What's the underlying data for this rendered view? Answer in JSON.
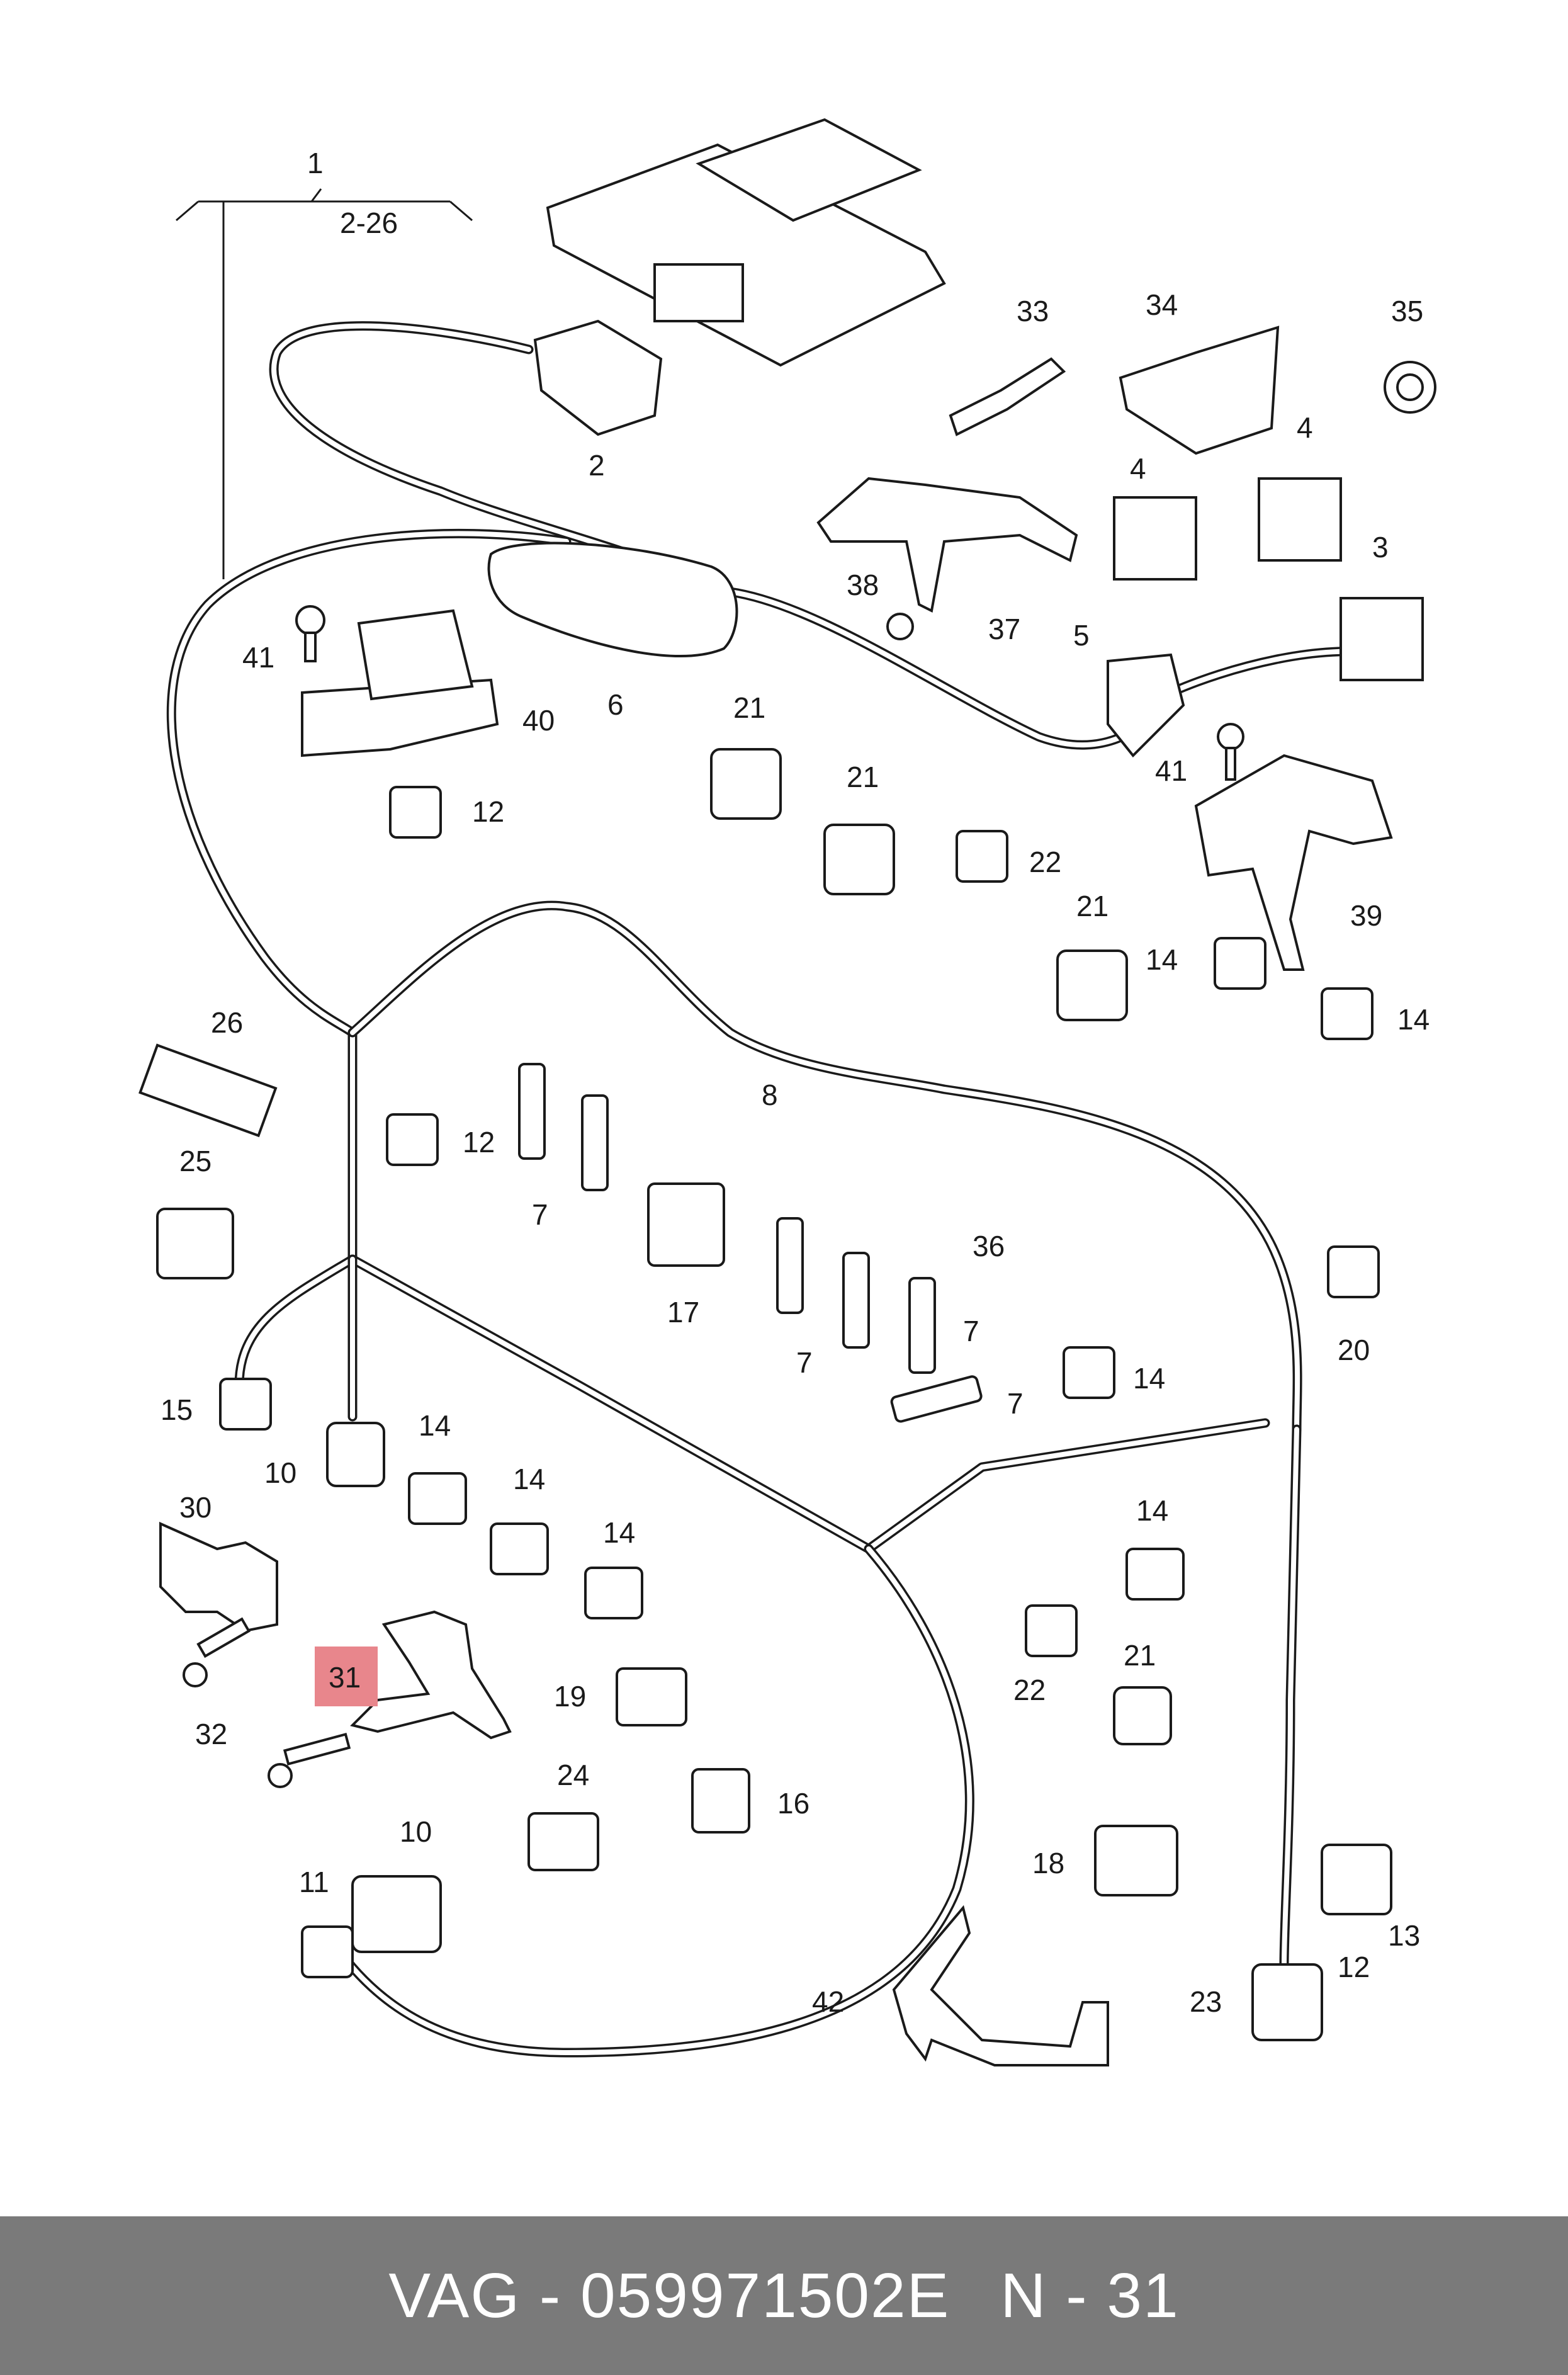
{
  "labels": {
    "l1": "1",
    "l2_26": "2-26",
    "l2": "2",
    "l3": "3",
    "l4a": "4",
    "l4b": "4",
    "l5": "5",
    "l6": "6",
    "l7a": "7",
    "l7b": "7",
    "l7c": "7",
    "l7d": "7",
    "l8": "8",
    "l10a": "10",
    "l10b": "10",
    "l11": "11",
    "l12a": "12",
    "l12b": "12",
    "l12c": "12",
    "l13": "13",
    "l14a": "14",
    "l14b": "14",
    "l14c": "14",
    "l14d": "14",
    "l14e": "14",
    "l14f": "14",
    "l14g": "14",
    "l15": "15",
    "l16": "16",
    "l17": "17",
    "l18": "18",
    "l19": "19",
    "l20": "20",
    "l21a": "21",
    "l21b": "21",
    "l21c": "21",
    "l21d": "21",
    "l22a": "22",
    "l22b": "22",
    "l23": "23",
    "l24": "24",
    "l25": "25",
    "l26": "26",
    "l30": "30",
    "l31": "31",
    "l32": "32",
    "l33": "33",
    "l34": "34",
    "l35": "35",
    "l36": "36",
    "l37": "37",
    "l38": "38",
    "l39": "39",
    "l40": "40",
    "l41a": "41",
    "l41b": "41",
    "l42": "42"
  },
  "highlight": {
    "label": "31",
    "color": "#e8868c"
  },
  "footer": {
    "brand_part": "VAG - 059971502E",
    "position": "N - 31"
  },
  "colors": {
    "footer_bg": "#7a7a7a",
    "footer_text": "#ffffff",
    "line": "#1a1a1a"
  }
}
